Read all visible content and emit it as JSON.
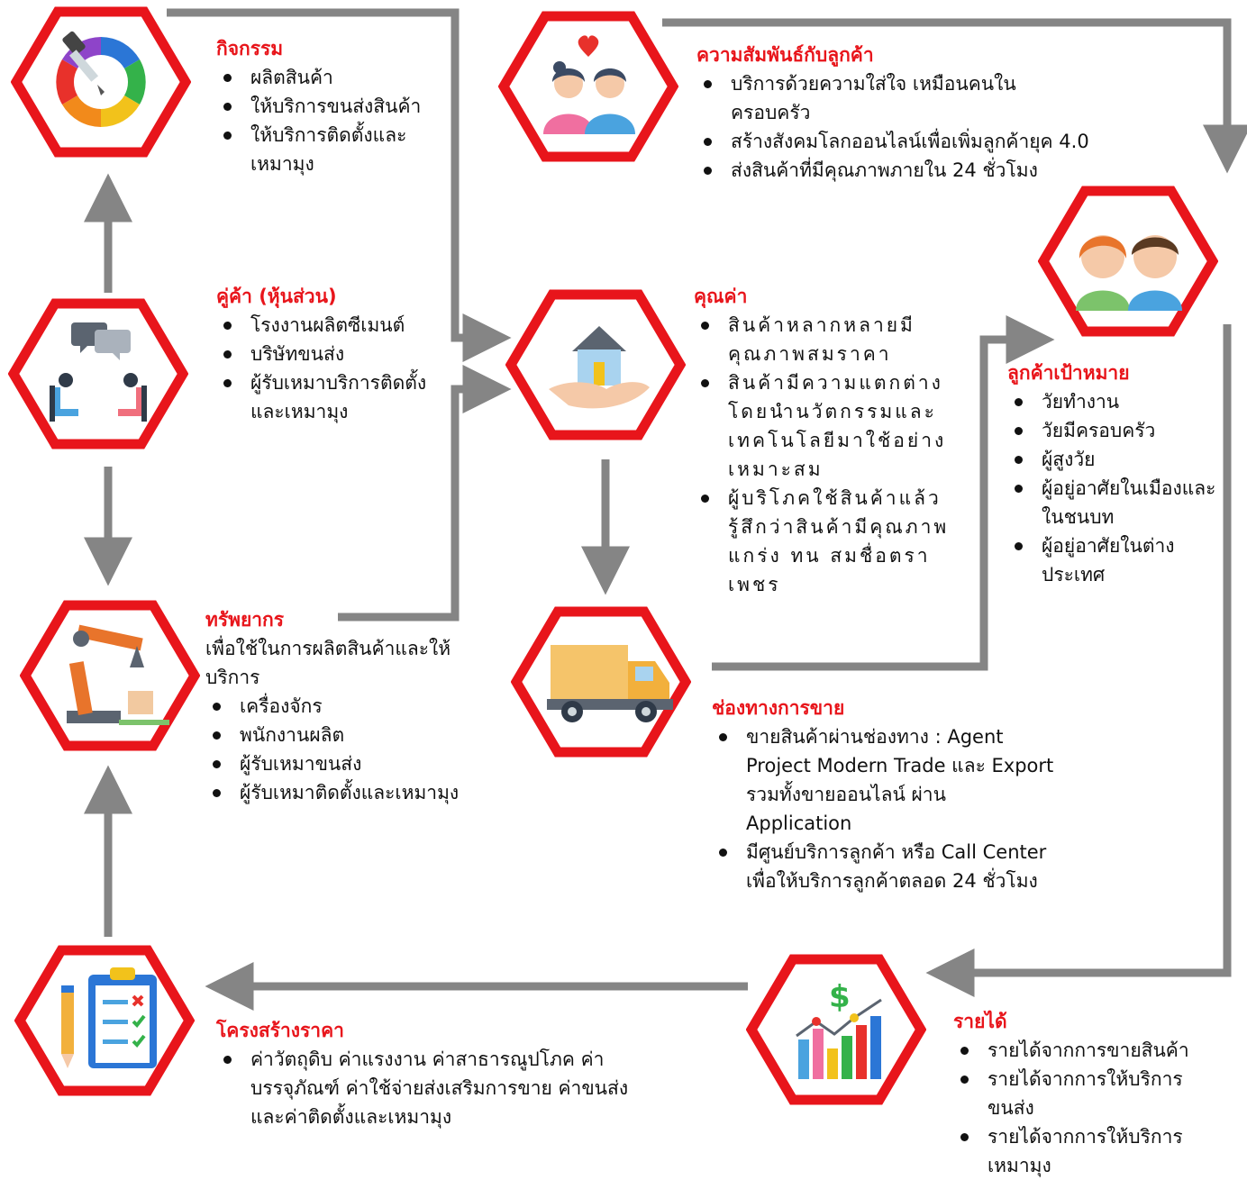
{
  "diagram": {
    "activities": {
      "title": "กิจกรรม",
      "items": [
        "ผลิตสินค้า",
        "ให้บริการขนส่งสินค้า",
        "ให้บริการติดตั้งและเหมามุง"
      ],
      "icon": "color-picker-wheel-icon"
    },
    "relationships": {
      "title": "ความสัมพันธ์กับลูกค้า",
      "items": [
        "บริการด้วยความใส่ใจ เหมือนคนในครอบครัว",
        "สร้างสังคมโลกออนไลน์เพื่อเพิ่มลูกค้ายุค 4.0",
        "ส่งสินค้าที่มีคุณภาพภายใน 24 ชั่วโมง"
      ],
      "icon": "couple-heart-icon"
    },
    "partners": {
      "title": "คู่ค้า (หุ้นส่วน)",
      "items": [
        "โรงงานผลิตซีเมนต์",
        "บริษัทขนส่ง",
        "ผู้รับเหมาบริการติดตั้งและเหมามุง"
      ],
      "icon": "meeting-chat-icon"
    },
    "value": {
      "title": "คุณค่า",
      "items": [
        "สินค้าหลากหลายมีคุณภาพสมราคา",
        "สินค้ามีความแตกต่างโดยนำนวัตกรรมและเทคโนโลยีมาใช้อย่างเหมาะสม",
        "ผู้บริโภคใช้สินค้าแล้วรู้สึกว่าสินค้ามีคุณภาพแกร่ง ทน สมชื่อตราเพชร"
      ],
      "icon": "house-in-hand-icon"
    },
    "segments": {
      "title": "ลูกค้าเป้าหมาย",
      "items": [
        "วัยทำงาน",
        "วัยมีครอบครัว",
        "ผู้สูงวัย",
        "ผู้อยู่อาศัยในเมืองและในชนบท",
        "ผู้อยู่อาศัยในต่างประเทศ"
      ],
      "icon": "customers-icon"
    },
    "resources": {
      "title": "ทรัพยากร",
      "intro": "เพื่อใช้ในการผลิตสินค้าและให้บริการ",
      "items": [
        "เครื่องจักร",
        "พนักงานผลิต",
        "ผู้รับเหมาขนส่ง",
        "ผู้รับเหมาติดตั้งและเหมามุง"
      ],
      "icon": "robot-arm-icon"
    },
    "channels": {
      "title": "ช่องทางการขาย",
      "items": [
        "ขายสินค้าผ่านช่องทาง : Agent Project  Modern Trade  และ Export  รวมทั้งขายออนไลน์ ผ่าน Application",
        "มีศูนย์บริการลูกค้า หรือ Call Center เพื่อให้บริการลูกค้าตลอด 24 ชั่วโมง"
      ],
      "icon": "delivery-truck-icon"
    },
    "cost": {
      "title": "โครงสร้างราคา",
      "items": [
        "ค่าวัตถุดิบ ค่าแรงงาน ค่าสาธารณูปโภค ค่าบรรจุภัณฑ์ ค่าใช้จ่ายส่งเสริมการขาย ค่าขนส่ง และค่าติดตั้งและเหมามุง"
      ],
      "icon": "checklist-clipboard-icon"
    },
    "revenue": {
      "title": "รายได้",
      "items": [
        "รายได้จากการขายสินค้า",
        "รายได้จากการให้บริการขนส่ง",
        "รายได้จากการให้บริการเหมามุง"
      ],
      "icon": "revenue-chart-icon"
    },
    "colors": {
      "accent": "#e8151b",
      "arrow": "#858585"
    }
  }
}
